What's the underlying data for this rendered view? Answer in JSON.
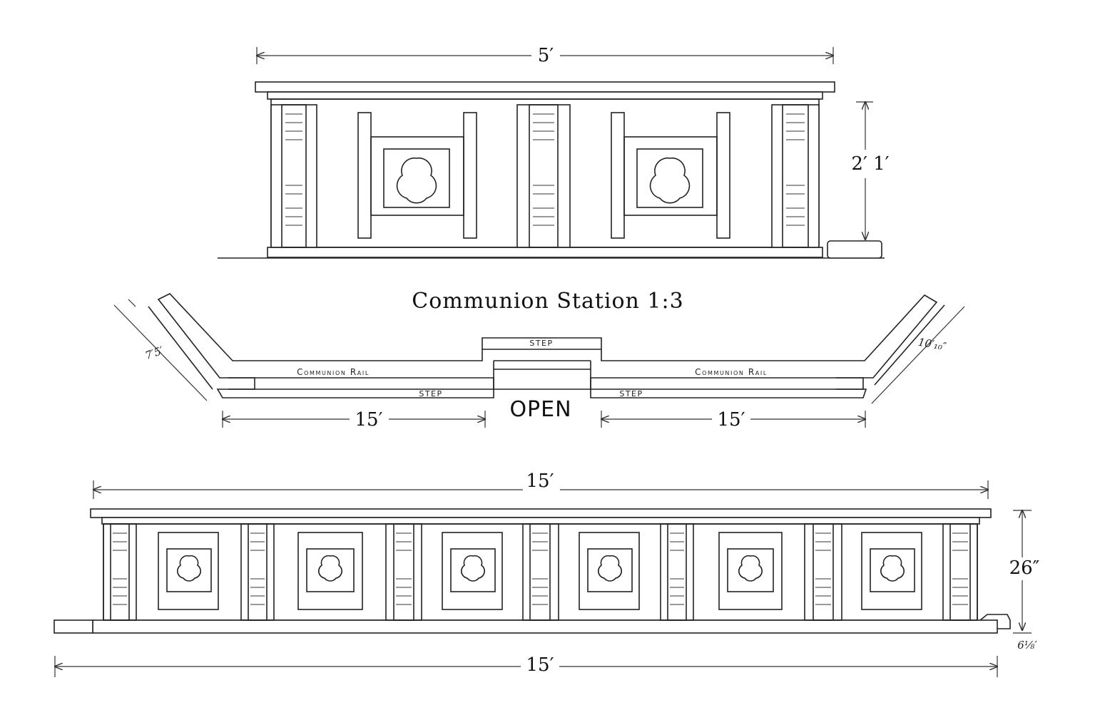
{
  "title": "Communion Station 1:3",
  "top_elevation": {
    "width_label": "5′",
    "height_label": "2′ 1′"
  },
  "plan": {
    "left_rail_label": "Communion Rail",
    "right_rail_label": "Communion Rail",
    "center_step_label": "STEP",
    "left_step_label": "STEP",
    "right_step_label": "STEP",
    "open_label": "OPEN",
    "left_length_label": "15′",
    "right_length_label": "15′",
    "left_angle_label": "7′5′",
    "right_angle_label": "10′₁₀″"
  },
  "bottom_elevation": {
    "width_label_top": "15′",
    "width_label_bottom": "15′",
    "height_label": "26″",
    "base_label": "6⅛′"
  }
}
